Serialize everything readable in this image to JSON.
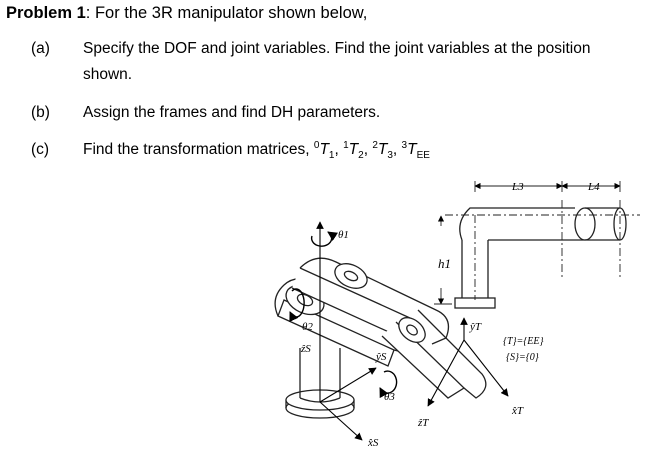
{
  "heading": {
    "label": "Problem 1",
    "text": ": For the 3R manipulator shown below,"
  },
  "items": [
    {
      "label": "(a)",
      "line1": "Specify the DOF and joint variables. Find the joint variables at the position",
      "line2": "shown."
    },
    {
      "label": "(b)",
      "line1": "Assign the frames and find DH parameters."
    },
    {
      "label": "(c)",
      "prefix": "Find the transformation matrices, ",
      "m1_sup": "0",
      "m1_base": "T",
      "m1_sub": "1",
      "m2_sup": "1",
      "m2_base": "T",
      "m2_sub": "2",
      "m3_sup": "2",
      "m3_base": "T",
      "m3_sub": "3",
      "m4_sup": "3",
      "m4_base": "T",
      "m4_sub": "EE"
    }
  ],
  "figure": {
    "labels": {
      "theta1": "θ1",
      "theta2": "θ2",
      "theta3": "θ3",
      "zs": "ẑS",
      "ys": "ŷS",
      "xs": "x̂S",
      "yt": "ŷT",
      "xt": "x̂T",
      "zt": "ẑT",
      "h1": "h1",
      "l3": "L3",
      "l4": "L4",
      "frame_t": "{T}={EE}",
      "frame_s": "{S}={0}"
    }
  }
}
